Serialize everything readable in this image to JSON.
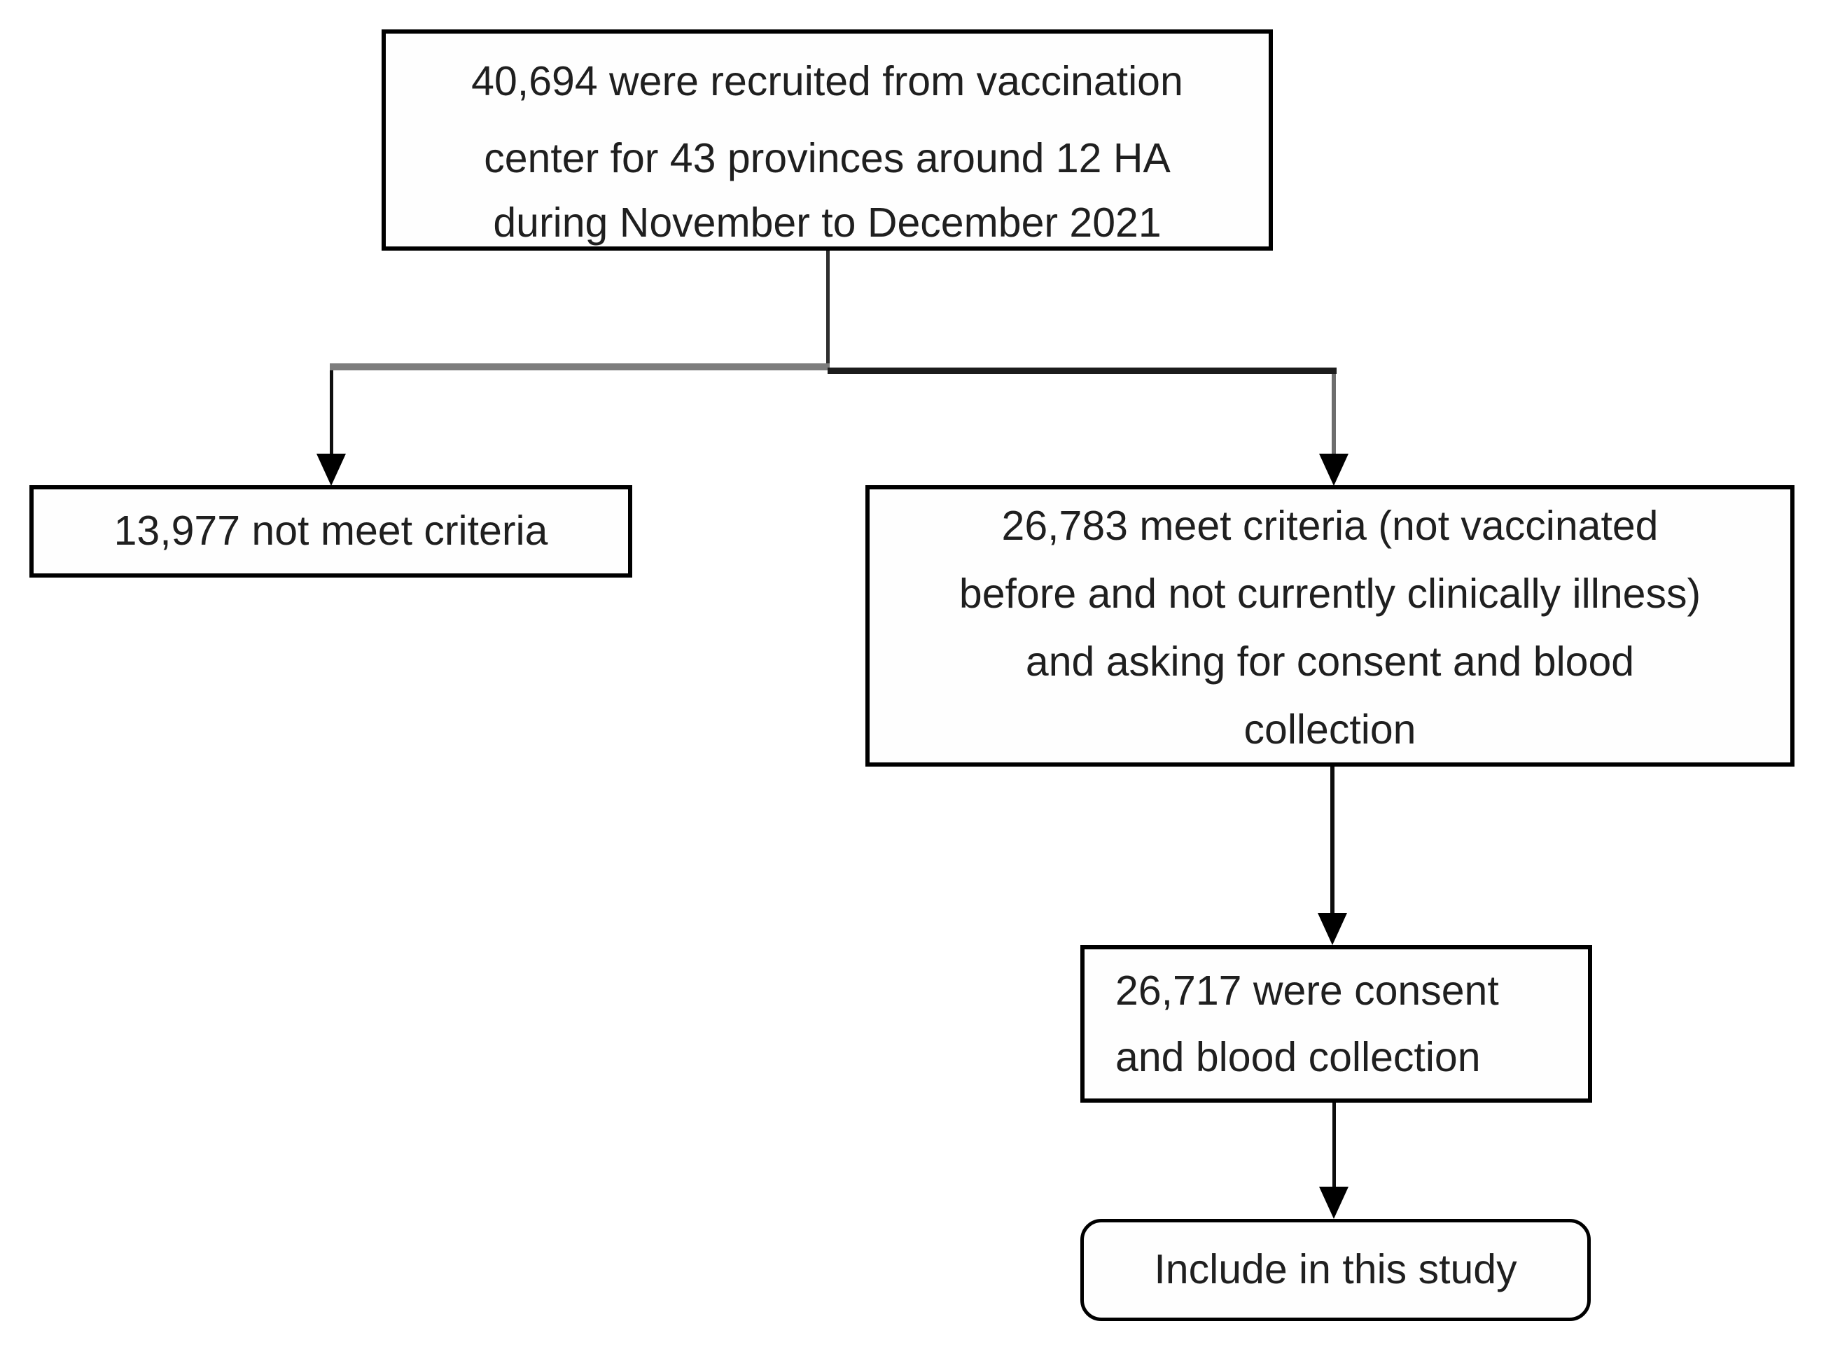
{
  "flowchart": {
    "title_semantic": "Study participant recruitment flow diagram",
    "colors": {
      "background": "#ffffff",
      "box_border": "#000000",
      "text": "#1f1f1f",
      "connector_gray": "#7d7d7d",
      "connector_black": "#1c1c1c"
    },
    "nodes": {
      "recruited": {
        "lines": [
          "40,694 were recruited from vaccination",
          "center for 43 provinces around 12 HA",
          "during November to December 2021"
        ]
      },
      "not_meet": {
        "label": "13,977 not meet criteria"
      },
      "meet": {
        "lines": [
          "26,783 meet criteria (not vaccinated",
          "before and not currently clinically illness)",
          "and asking for consent and blood",
          "collection"
        ]
      },
      "consent": {
        "lines": [
          "26,717 were consent",
          "and blood collection"
        ]
      },
      "include": {
        "label": "Include in this study"
      }
    },
    "counts": {
      "recruited": "40,694",
      "not_meet_criteria": "13,977",
      "meet_criteria": "26,783",
      "consented": "26,717"
    }
  }
}
